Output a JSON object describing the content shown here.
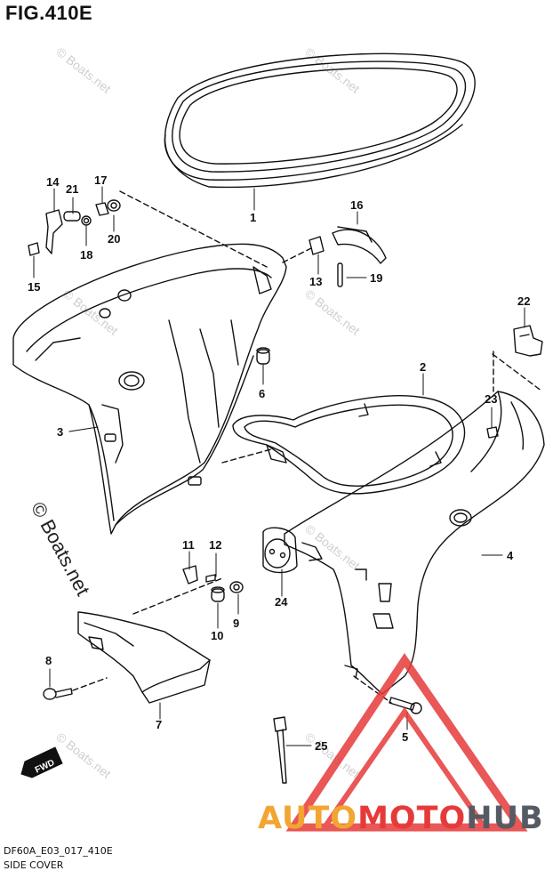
{
  "figure": {
    "title": "FIG.410E",
    "code": "DF60A_E03_017_410E",
    "name": "SIDE COVER"
  },
  "watermark": {
    "small": "© Boats.net",
    "large": "© Boats.net"
  },
  "logo": {
    "part1": "AUTO",
    "part2": "MOTO",
    "part3": "HUB",
    "colors": {
      "part1": "#f2a531",
      "part2": "#e63a3a",
      "part3": "#555b63",
      "triangle": "#e63a3a"
    }
  },
  "fwd_label": "FWD",
  "callouts": [
    {
      "id": "c1",
      "label": "1"
    },
    {
      "id": "c2",
      "label": "2"
    },
    {
      "id": "c3",
      "label": "3"
    },
    {
      "id": "c4",
      "label": "4"
    },
    {
      "id": "c5",
      "label": "5"
    },
    {
      "id": "c6",
      "label": "6"
    },
    {
      "id": "c7",
      "label": "7"
    },
    {
      "id": "c8",
      "label": "8"
    },
    {
      "id": "c9",
      "label": "9"
    },
    {
      "id": "c10",
      "label": "10"
    },
    {
      "id": "c11",
      "label": "11"
    },
    {
      "id": "c12",
      "label": "12"
    },
    {
      "id": "c13",
      "label": "13"
    },
    {
      "id": "c14",
      "label": "14"
    },
    {
      "id": "c15",
      "label": "15"
    },
    {
      "id": "c16",
      "label": "16"
    },
    {
      "id": "c17",
      "label": "17"
    },
    {
      "id": "c18",
      "label": "18"
    },
    {
      "id": "c19",
      "label": "19"
    },
    {
      "id": "c20",
      "label": "20"
    },
    {
      "id": "c21",
      "label": "21"
    },
    {
      "id": "c22",
      "label": "22"
    },
    {
      "id": "c23",
      "label": "23"
    },
    {
      "id": "c24",
      "label": "24"
    },
    {
      "id": "c25",
      "label": "25"
    }
  ]
}
